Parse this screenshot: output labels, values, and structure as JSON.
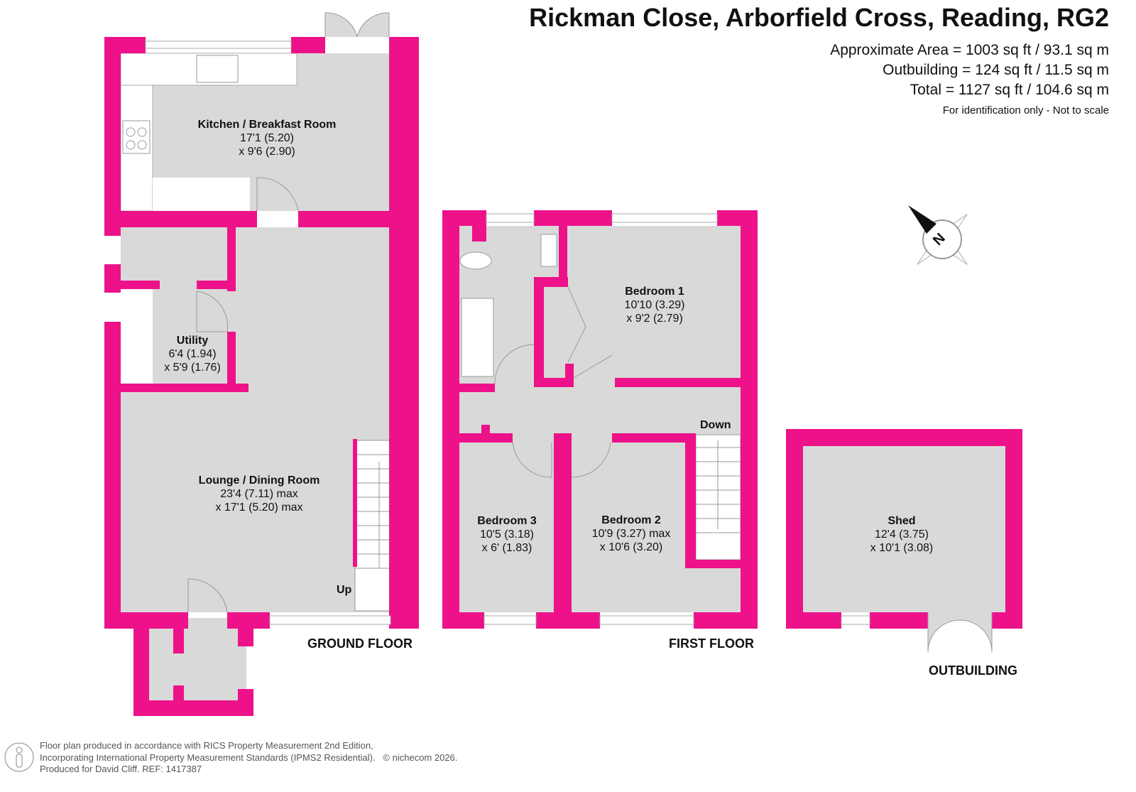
{
  "header": {
    "title": "Rickman Close, Arborfield Cross, Reading, RG2",
    "approx_area": "Approximate Area = 1003 sq ft / 93.1 sq m",
    "outbuilding_area": "Outbuilding = 124 sq ft / 11.5 sq m",
    "total_area": "Total = 1127 sq ft / 104.6 sq m",
    "disclaimer": "For identification only - Not to scale"
  },
  "colors": {
    "wall": "#ED1289",
    "floor": "#D9D9D9"
  },
  "rooms": {
    "kitchen": {
      "name": "Kitchen / Breakfast Room",
      "dim1": "17'1 (5.20)",
      "dim2": "x 9'6 (2.90)"
    },
    "utility": {
      "name": "Utility",
      "dim1": "6'4 (1.94)",
      "dim2": "x 5'9 (1.76)"
    },
    "lounge": {
      "name": "Lounge / Dining Room",
      "dim1": "23'4 (7.11) max",
      "dim2": "x 17'1 (5.20) max"
    },
    "bedroom1": {
      "name": "Bedroom 1",
      "dim1": "10'10 (3.29)",
      "dim2": "x 9'2 (2.79)"
    },
    "bedroom2": {
      "name": "Bedroom 2",
      "dim1": "10'9 (3.27) max",
      "dim2": "x 10'6 (3.20)"
    },
    "bedroom3": {
      "name": "Bedroom 3",
      "dim1": "10'5 (3.18)",
      "dim2": "x 6' (1.83)"
    },
    "shed": {
      "name": "Shed",
      "dim1": "12'4 (3.75)",
      "dim2": "x 10'1 (3.08)"
    }
  },
  "labels": {
    "up": "Up",
    "down": "Down",
    "ground_floor": "GROUND FLOOR",
    "first_floor": "FIRST FLOOR",
    "outbuilding": "OUTBUILDING",
    "compass": "N"
  },
  "footer": {
    "line1": "Floor plan produced in accordance with RICS Property Measurement 2nd Edition,",
    "line2": "Incorporating International Property Measurement Standards (IPMS2 Residential).",
    "copyright": "© nichecom 2026.",
    "line3": "Produced for David Cliff.   REF: 1417387"
  }
}
